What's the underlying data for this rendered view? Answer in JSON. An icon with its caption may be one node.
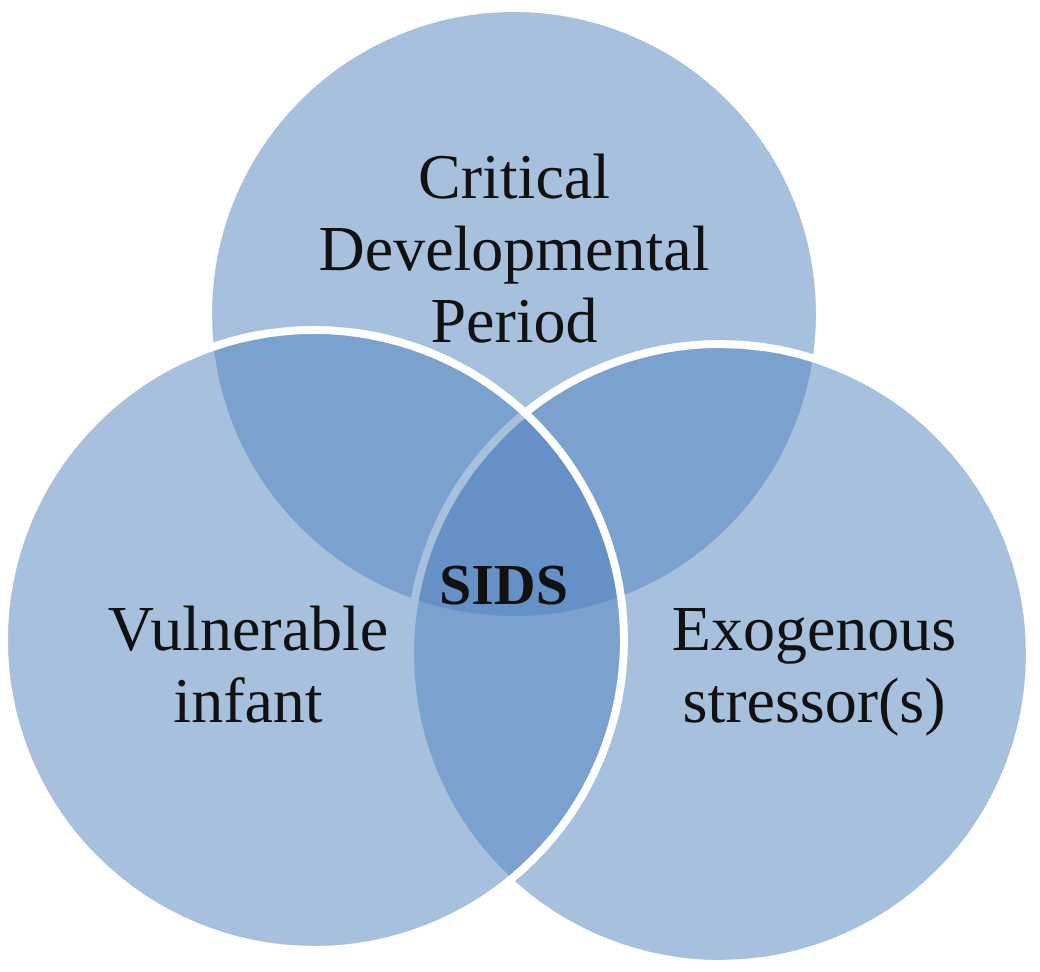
{
  "diagram": {
    "nodes": [
      {
        "text": [
          "Critical Developmental Period"
        ]
      },
      {
        "text": [
          "Vulnerable infant"
        ]
      },
      {
        "text": [
          "Exogenous stressor(s)"
        ]
      }
    ],
    "labels": [
      "SIDS"
    ]
  }
}
